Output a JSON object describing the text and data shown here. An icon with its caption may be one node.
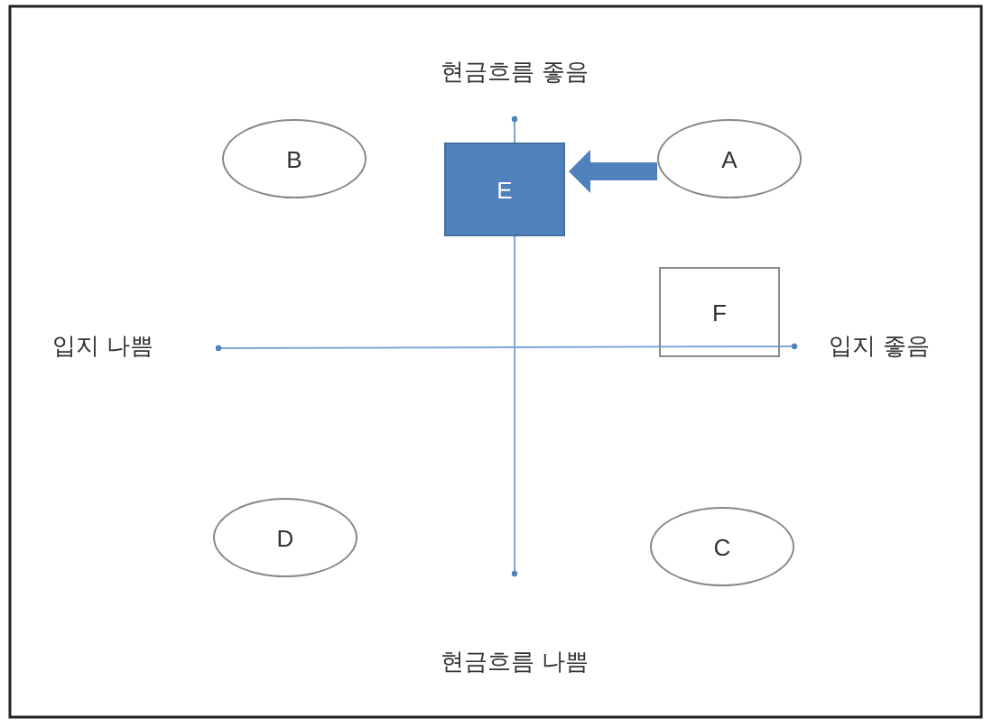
{
  "diagram": {
    "nodes": [
      {
        "text": [
          "B"
        ]
      },
      {
        "text": [
          "E"
        ]
      },
      {
        "text": [
          "A"
        ]
      },
      {
        "text": [
          "F"
        ]
      },
      {
        "text": [
          "D"
        ]
      },
      {
        "text": [
          "C"
        ]
      }
    ],
    "edges": [
      {
        "from": 2,
        "to": 1,
        "arrow": "to",
        "style": "thick",
        "color": "#4f81bd"
      }
    ],
    "labels": [
      "현금흐름 좋음",
      "입지 나쁨",
      "입지 좋음",
      "현금흐름 나쁨"
    ]
  }
}
